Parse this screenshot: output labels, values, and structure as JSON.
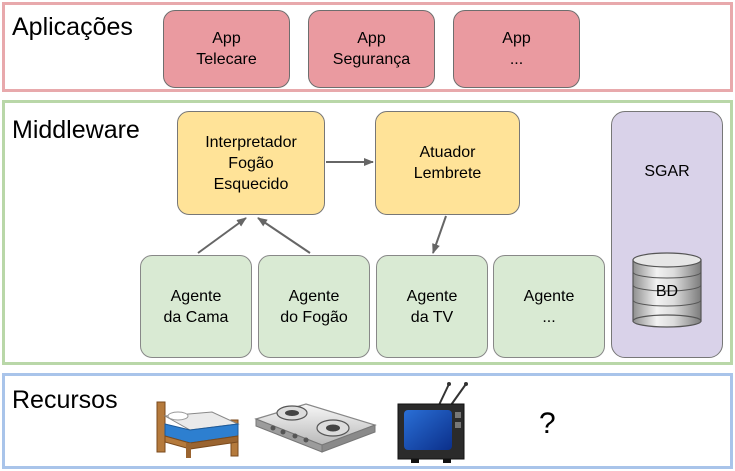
{
  "layers": {
    "applications": {
      "title": "Aplicações",
      "apps": [
        {
          "label": "App\nTelecare"
        },
        {
          "label": "App\nSegurança"
        },
        {
          "label": "App\n..."
        }
      ]
    },
    "middleware": {
      "title": "Middleware",
      "interpreter": "Interpretador\nFogão\nEsquecido",
      "actuator": "Atuador\nLembrete",
      "agents": [
        {
          "label": "Agente\nda Cama"
        },
        {
          "label": "Agente\ndo Fogão"
        },
        {
          "label": "Agente\nda TV"
        },
        {
          "label": "Agente\n..."
        }
      ],
      "sgar": {
        "label": "SGAR",
        "database_label": "BD"
      }
    },
    "resources": {
      "title": "Recursos",
      "items": [
        {
          "icon": "bed-icon"
        },
        {
          "icon": "stove-icon"
        },
        {
          "icon": "tv-icon"
        },
        {
          "label": "?"
        }
      ]
    }
  },
  "colors": {
    "applications_border": "#e8a9ac",
    "middleware_border": "#b9d7a8",
    "resources_border": "#a9c4ea",
    "app_fill": "#ea9aa0",
    "processor_fill": "#ffe398",
    "agent_fill": "#d9ead3",
    "sgar_fill": "#d9d2e9"
  }
}
